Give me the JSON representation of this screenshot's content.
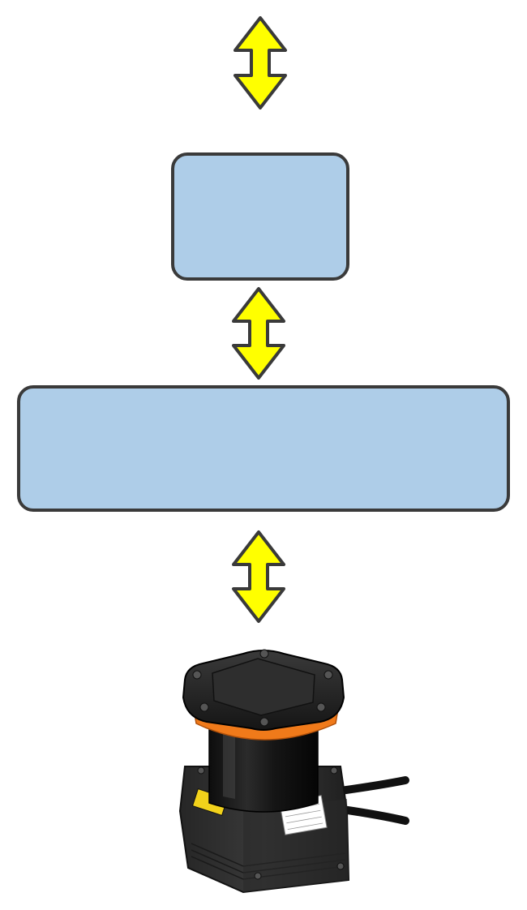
{
  "colors": {
    "page_background": "#ffffff",
    "box_fill": "#aecde8",
    "box_border": "#3a3a3a",
    "arrow_fill": "#ffff00",
    "arrow_border": "#3a3a3a"
  },
  "diagram": {
    "boxes": [
      {
        "id": "upper",
        "label": ""
      },
      {
        "id": "lower",
        "label": ""
      }
    ],
    "arrows": [
      {
        "id": "top",
        "direction": "bidirectional-vertical"
      },
      {
        "id": "middle",
        "direction": "bidirectional-vertical"
      },
      {
        "id": "bottom",
        "direction": "bidirectional-vertical"
      }
    ],
    "device": {
      "kind": "lidar-sensor",
      "label_text": ""
    }
  }
}
